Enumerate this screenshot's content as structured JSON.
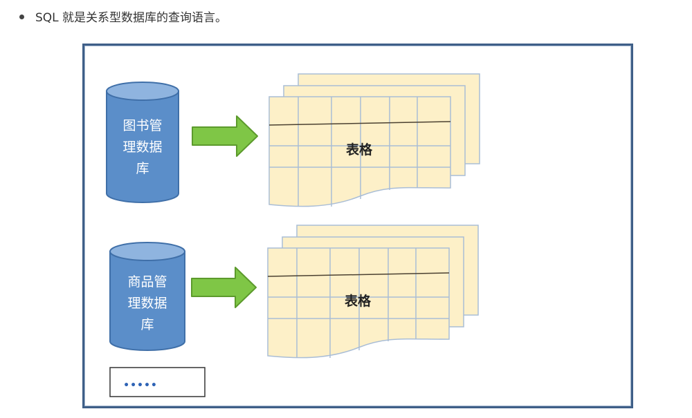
{
  "intro": {
    "text": "SQL 就是关系型数据库的查询语言。"
  },
  "diagram": {
    "databases": [
      {
        "line1": "图书管",
        "line2": "理数据",
        "line3": "库",
        "table_label": "表格"
      },
      {
        "line1": "商品管",
        "line2": "理数据",
        "line3": "库",
        "table_label": "表格"
      }
    ],
    "more_label": "•••••",
    "colors": {
      "cylinder": "#5b8ec9",
      "cylinder_top": "#8fb4df",
      "arrow": "#7fc646",
      "sheet": "#fdf0c8",
      "grid": "#a9bdd6",
      "frame": "#3f5f88"
    }
  }
}
